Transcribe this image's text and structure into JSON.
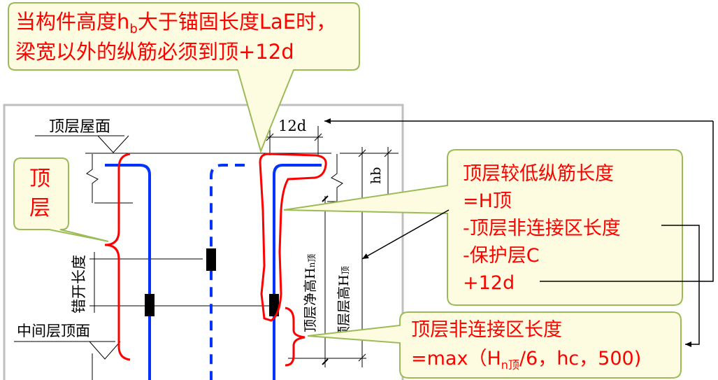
{
  "callouts": {
    "top": {
      "line1_pre": "当构件高度h",
      "line1_sub": "b",
      "line1_post": "大于锚固长度LaE时，",
      "line2": "梁宽以外的纵筋必须到顶+12d"
    },
    "left": {
      "line1": "顶",
      "line2": "层"
    },
    "right": {
      "line1": "顶层较低纵筋长度",
      "line2": "=H顶",
      "line3": "-顶层非连接区长度",
      "line4": "-保护层C",
      "line5": "+12d"
    },
    "bottom": {
      "line1": "顶层非连接区长度",
      "line2_pre": "=max（H",
      "line2_sub": "n顶",
      "line2_post": "/6，hc，500)"
    }
  },
  "drawing": {
    "roof_label": "顶层屋面",
    "middle_floor_label": "中间层顶面",
    "stagger_label": "错开长度",
    "dim_12d": "12d",
    "dim_hb": "hb",
    "net_height_label": "顶层净高H",
    "net_height_sub": "n顶",
    "floor_height_label": "顶层层高H",
    "floor_height_sub": "顶"
  },
  "colors": {
    "callout_fill": "#fdfce0",
    "callout_stroke": "#9bbb59",
    "callout_text": "#ff0000",
    "rebar": "#0033ff",
    "brace": "#ff0000",
    "frame": "#bfbfbf"
  }
}
